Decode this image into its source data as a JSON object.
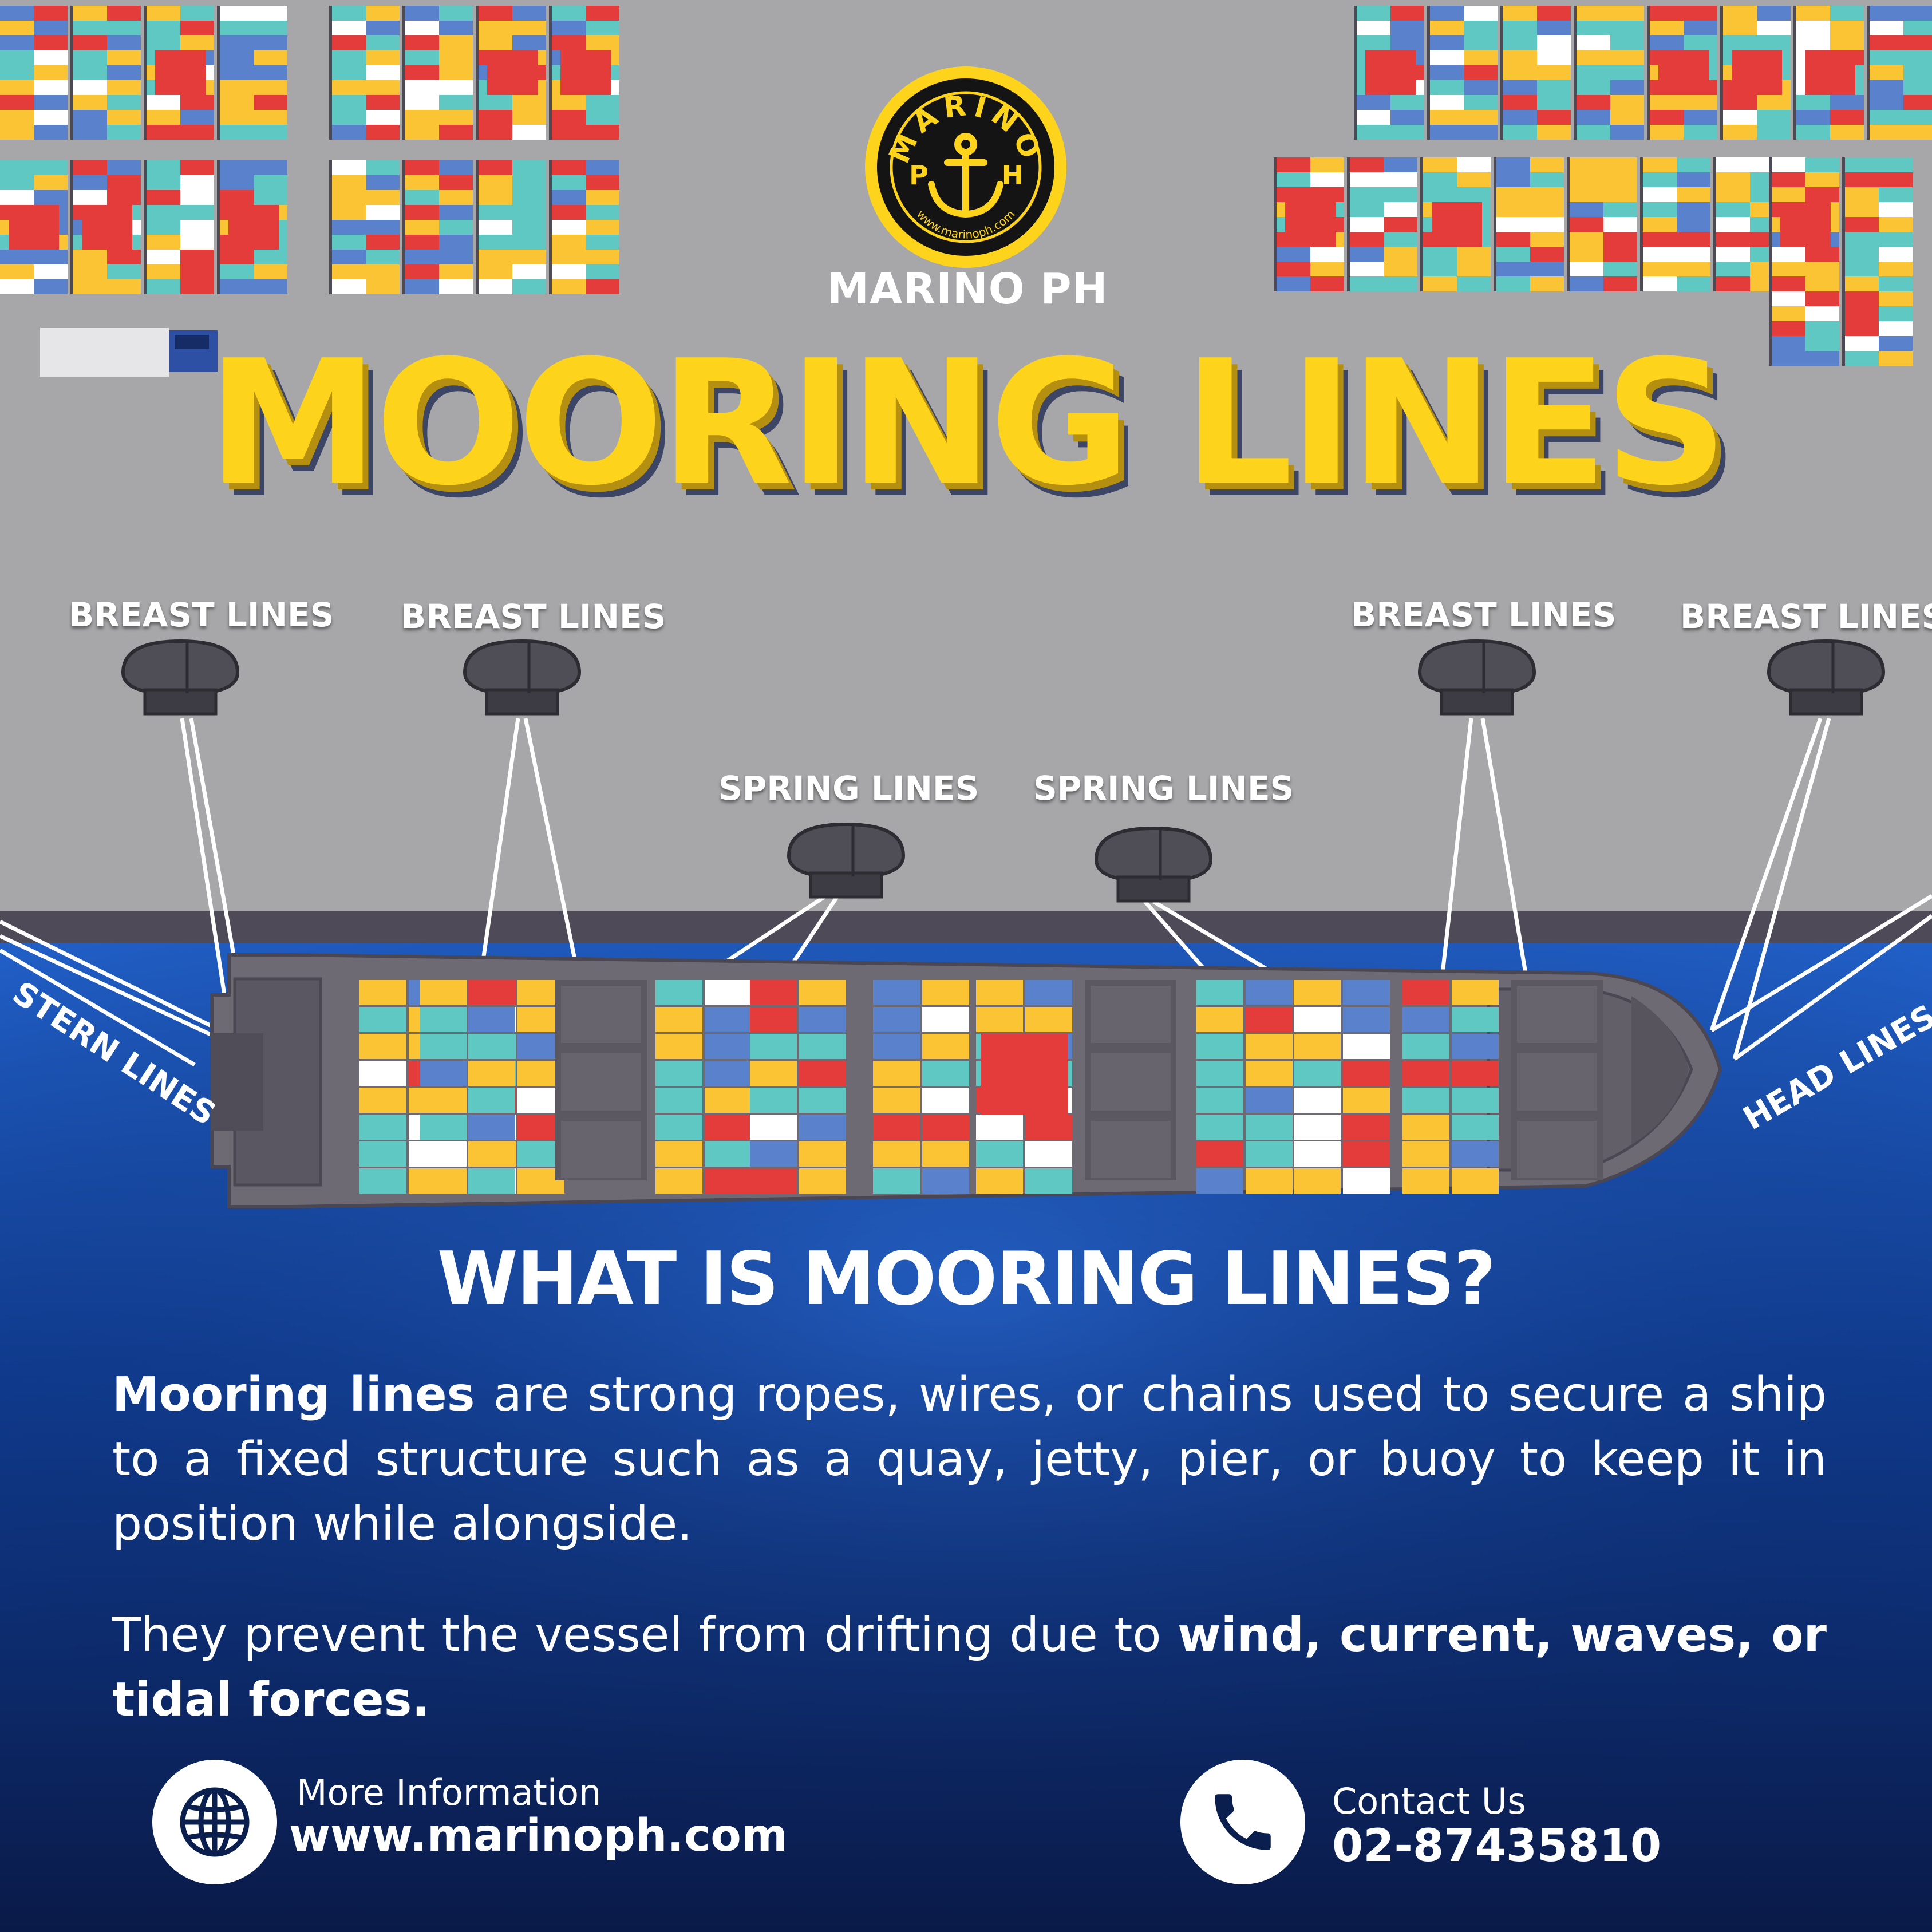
{
  "brand": {
    "name": "MARINO PH",
    "logo_word": "MARINO",
    "logo_p": "P",
    "logo_h": "H",
    "logo_url": "www.marinoph.com"
  },
  "title": "MOORING LINES",
  "diagram": {
    "breast_lines_label": "BREAST LINES",
    "spring_lines_label": "SPRING LINES",
    "stern_lines_label": "STERN LINES",
    "head_lines_label": "HEAD LINES"
  },
  "section": {
    "question": "WHAT IS MOORING LINES?",
    "p1_bold": "Mooring lines",
    "p1_rest": " are strong ropes, wires, or chains used to secure a ship to a fixed structure such as a quay, jetty, pier, or buoy to keep it in position while alongside.",
    "p2_start": "They prevent the vessel from drifting due to ",
    "p2_bold": "wind, current, waves, or tidal forces."
  },
  "footer": {
    "info_label": "More Information",
    "info_value": "www.marinoph.com",
    "contact_label": "Contact Us",
    "contact_value": "02-87435810"
  },
  "colors": {
    "quay": "#a7a7a9",
    "water_top": "#1f5cc4",
    "water_bottom": "#0a1b4a",
    "title_yellow": "#fdd41b",
    "hull": "#6d6a74",
    "hull_dark": "#59565f",
    "bollard": "#4f4d56",
    "container_red": "#e43b3b",
    "container_yellow": "#fbc434",
    "container_teal": "#5fc8c2",
    "container_blue": "#5a82cc",
    "container_white": "#ffffff"
  }
}
